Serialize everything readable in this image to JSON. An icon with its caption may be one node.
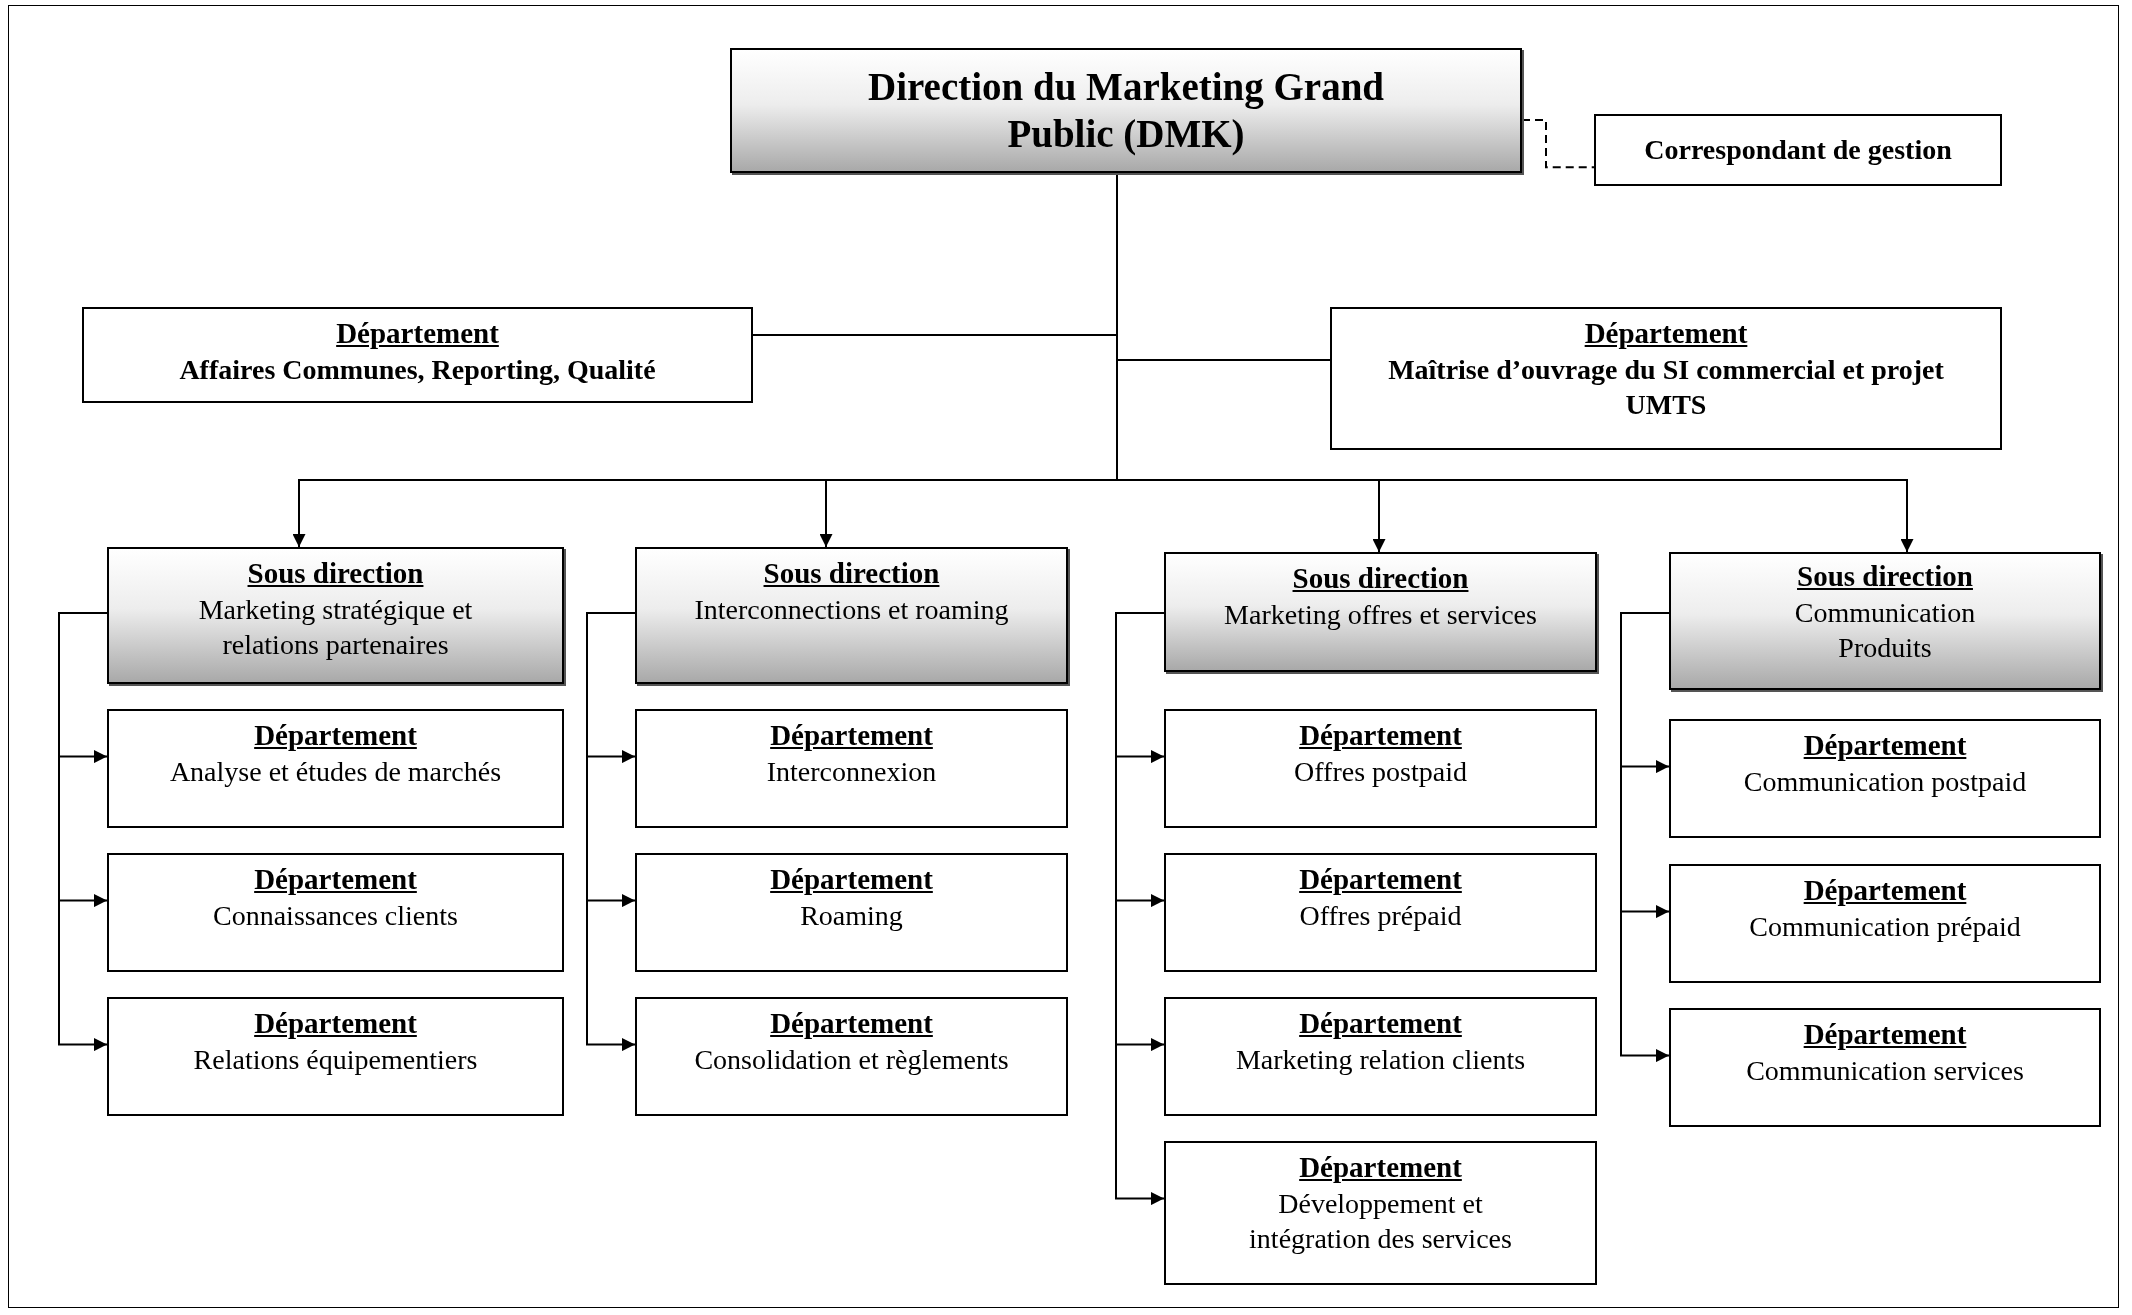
{
  "diagram": {
    "nodes": [
      {
        "text": [
          "Direction du Marketing Grand Public (DMK)"
        ]
      },
      {
        "text": [
          "Correspondant de gestion"
        ]
      },
      {
        "text": [
          "Département",
          "Affaires Communes, Reporting, Qualité"
        ]
      },
      {
        "text": [
          "Département",
          "Maîtrise d’ouvrage du SI commercial et projet UMTS"
        ]
      },
      {
        "text": [
          "Sous direction",
          "Marketing stratégique et relations partenaires"
        ]
      },
      {
        "text": [
          "Département",
          "Analyse et études de marchés"
        ]
      },
      {
        "text": [
          "Département",
          "Connaissances clients"
        ]
      },
      {
        "text": [
          "Département",
          "Relations équipementiers"
        ]
      },
      {
        "text": [
          "Sous direction",
          "Interconnections et roaming"
        ]
      },
      {
        "text": [
          "Département",
          "Interconnexion"
        ]
      },
      {
        "text": [
          "Département",
          "Roaming"
        ]
      },
      {
        "text": [
          "Département",
          "Consolidation et règlements"
        ]
      },
      {
        "text": [
          "Sous direction",
          "Marketing offres et services"
        ]
      },
      {
        "text": [
          "Département",
          "Offres postpaid"
        ]
      },
      {
        "text": [
          "Département",
          "Offres prépaid"
        ]
      },
      {
        "text": [
          "Département",
          "Marketing relation clients"
        ]
      },
      {
        "text": [
          "Département",
          "Développement et intégration des services"
        ]
      },
      {
        "text": [
          "Sous direction",
          "Communication Produits"
        ]
      },
      {
        "text": [
          "Département",
          "Communication postpaid"
        ]
      },
      {
        "text": [
          "Département",
          "Communication prépaid"
        ]
      },
      {
        "text": [
          "Département",
          "Communication services"
        ]
      }
    ],
    "edges": [
      {
        "from": 0,
        "to": 1,
        "arrow": "none",
        "style": "dashed"
      },
      {
        "from": 0,
        "to": 2,
        "arrow": "none"
      },
      {
        "from": 0,
        "to": 3,
        "arrow": "none"
      },
      {
        "from": 0,
        "to": 4,
        "arrow": "to"
      },
      {
        "from": 0,
        "to": 8,
        "arrow": "to"
      },
      {
        "from": 0,
        "to": 12,
        "arrow": "to"
      },
      {
        "from": 0,
        "to": 17,
        "arrow": "to"
      },
      {
        "from": 4,
        "to": 5,
        "arrow": "to"
      },
      {
        "from": 4,
        "to": 6,
        "arrow": "to"
      },
      {
        "from": 4,
        "to": 7,
        "arrow": "to"
      },
      {
        "from": 8,
        "to": 9,
        "arrow": "to"
      },
      {
        "from": 8,
        "to": 10,
        "arrow": "to"
      },
      {
        "from": 8,
        "to": 11,
        "arrow": "to"
      },
      {
        "from": 12,
        "to": 13,
        "arrow": "to"
      },
      {
        "from": 12,
        "to": 14,
        "arrow": "to"
      },
      {
        "from": 12,
        "to": 15,
        "arrow": "to"
      },
      {
        "from": 12,
        "to": 16,
        "arrow": "to"
      },
      {
        "from": 17,
        "to": 18,
        "arrow": "to"
      },
      {
        "from": 17,
        "to": 19,
        "arrow": "to"
      },
      {
        "from": 17,
        "to": 20,
        "arrow": "to"
      }
    ]
  }
}
